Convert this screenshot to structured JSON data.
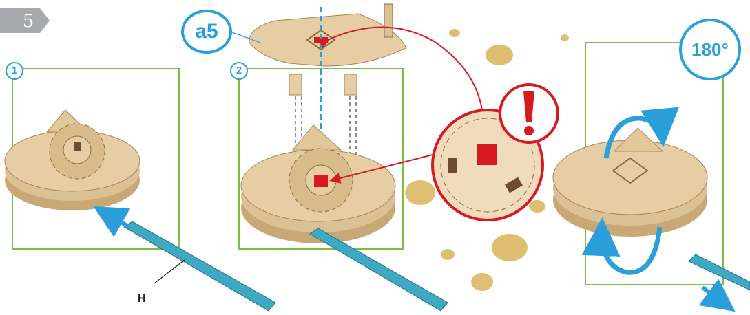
{
  "step": {
    "number": "5"
  },
  "panels": [
    {
      "number": "1"
    },
    {
      "number": "2"
    }
  ],
  "part_label": "a5",
  "rotation_label": "180°",
  "tool_label": "H",
  "icons": [
    "warning-exclamation-icon",
    "rotation-arrows-icon",
    "insert-arrow-icon",
    "exit-arrow-icon"
  ],
  "colors": {
    "accent_blue": "#2a9fdc",
    "panel_green": "#7ac143",
    "warning_red": "#d71920",
    "wood": "#e7cda4",
    "tool_teal": "#3fa9c4",
    "tag_gray": "#a7a9ac"
  }
}
